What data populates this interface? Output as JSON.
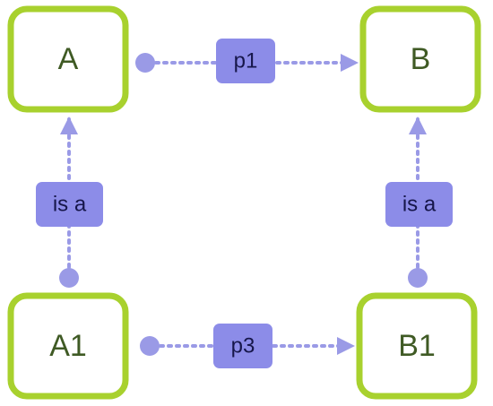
{
  "colors": {
    "node_border": "#a8d12e",
    "node_fill": "#ffffff",
    "node_text": "#3f5a24",
    "edge": "#9a9ae6",
    "edge_label_fill": "#8c8ce8",
    "edge_label_text": "#16164a"
  },
  "nodes": {
    "a": "A",
    "b": "B",
    "a1": "A1",
    "b1": "B1"
  },
  "edges": {
    "a_b": "p1",
    "a1_b1": "p3",
    "a1_a": "is a",
    "b1_b": "is a"
  }
}
